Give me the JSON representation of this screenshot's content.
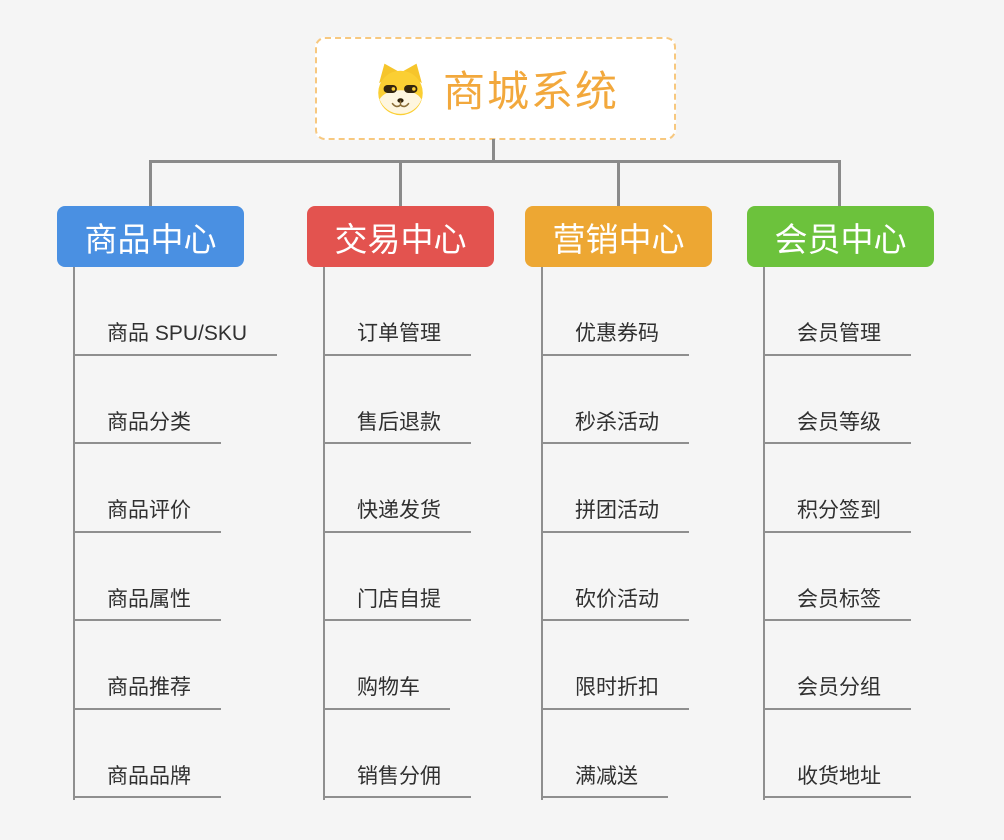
{
  "page": {
    "background_color": "#f5f5f5",
    "connector_color": "#8a8a8a",
    "underline_color": "#8f8f8f",
    "item_text_color": "#303030"
  },
  "root": {
    "title": "商城系统",
    "title_color": "#f2a83c",
    "border_color": "#f7c87f",
    "icon": "dog-face-icon"
  },
  "branches": [
    {
      "label": "商品中心",
      "color": "#4a90e2",
      "items": [
        "商品 SPU/SKU",
        "商品分类",
        "商品评价",
        "商品属性",
        "商品推荐",
        "商品品牌"
      ]
    },
    {
      "label": "交易中心",
      "color": "#e3534f",
      "items": [
        "订单管理",
        "售后退款",
        "快递发货",
        "门店自提",
        "购物车",
        "销售分佣"
      ]
    },
    {
      "label": "营销中心",
      "color": "#eda733",
      "items": [
        "优惠券码",
        "秒杀活动",
        "拼团活动",
        "砍价活动",
        "限时折扣",
        "满减送"
      ]
    },
    {
      "label": "会员中心",
      "color": "#6cc23c",
      "items": [
        "会员管理",
        "会员等级",
        "积分签到",
        "会员标签",
        "会员分组",
        "收货地址"
      ]
    }
  ]
}
